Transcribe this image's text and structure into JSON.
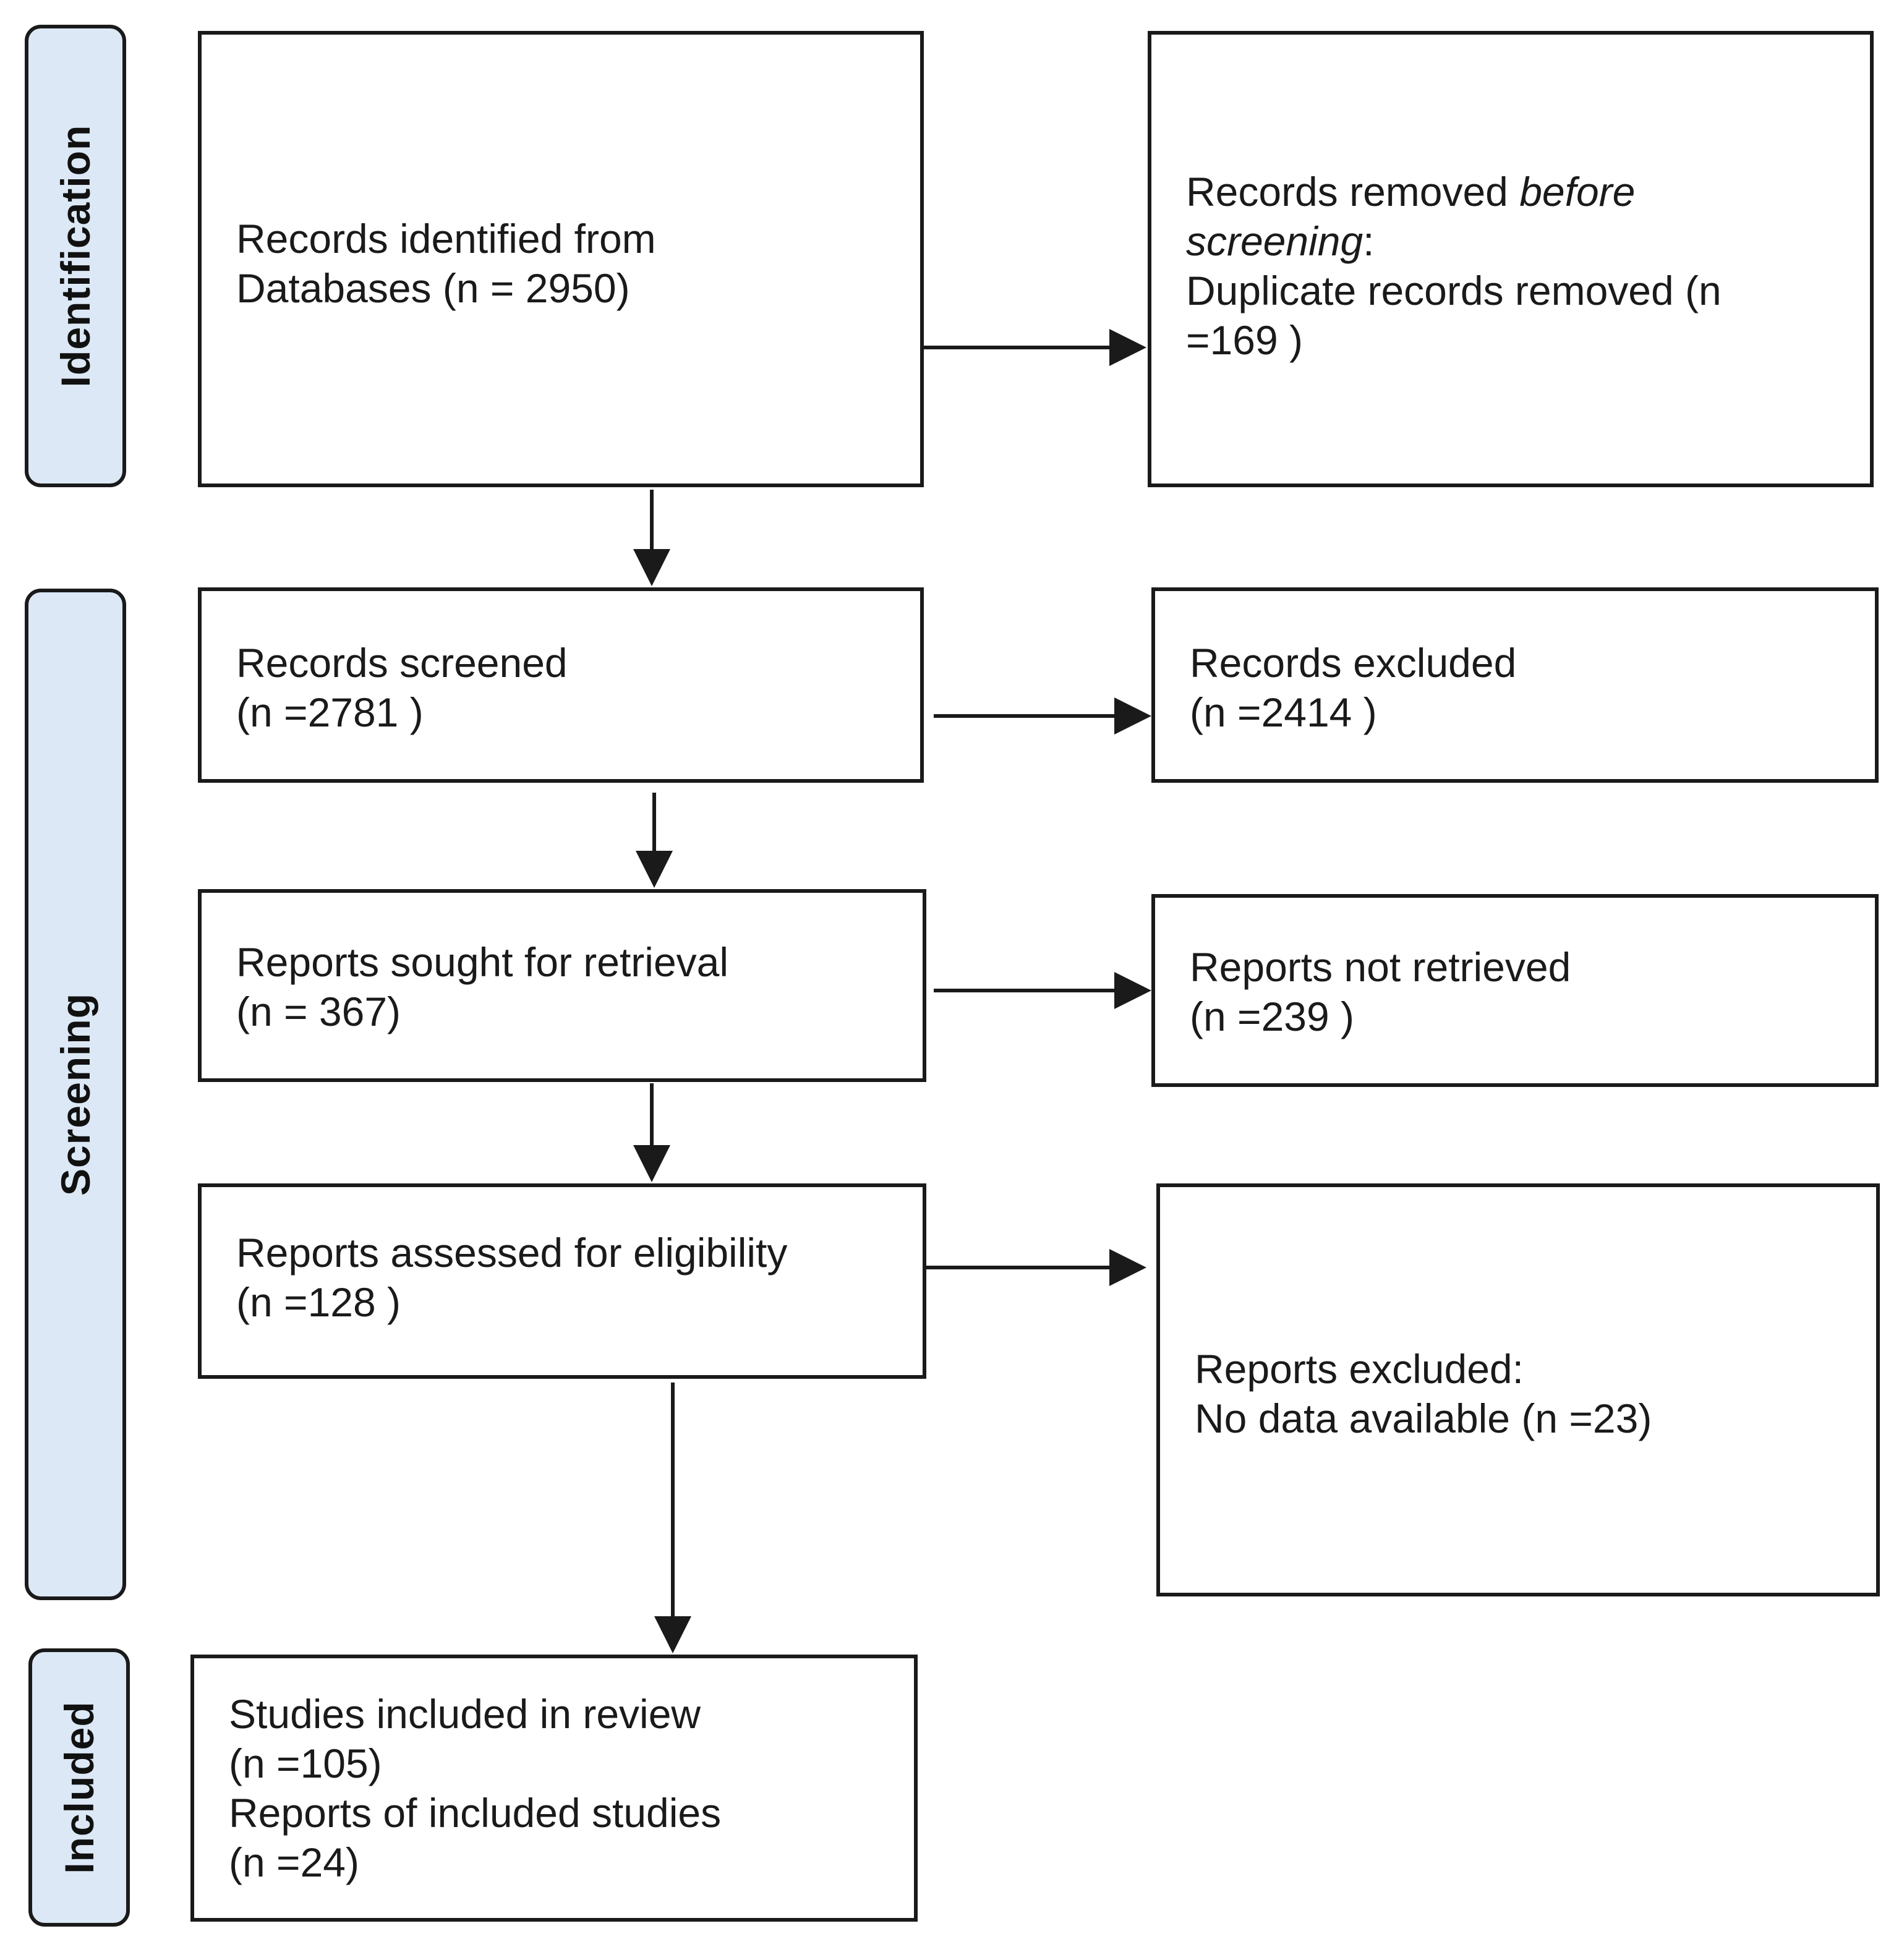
{
  "stages": {
    "identification": "Identification",
    "screening": "Screening",
    "included": "Included"
  },
  "boxes": {
    "records_identified": {
      "line1": "Records identified from",
      "line2": "Databases (n = 2950)"
    },
    "records_removed": {
      "line1_regular": "Records removed ",
      "line1_italic": "before",
      "line2_italic": "screening",
      "line2_regular": ":",
      "line3": "Duplicate records removed  (n",
      "line4": "=169 )"
    },
    "records_screened": {
      "line1": "Records screened",
      "line2": "(n =2781 )"
    },
    "records_excluded": {
      "line1": "Records excluded",
      "line2": "(n =2414 )"
    },
    "reports_sought": {
      "line1": "Reports sought for retrieval",
      "line2": "(n = 367)"
    },
    "reports_not_retrieved": {
      "line1": "Reports not retrieved",
      "line2": "(n =239 )"
    },
    "reports_assessed": {
      "line1": "Reports assessed for eligibility",
      "line2": "(n =128 )"
    },
    "reports_excluded": {
      "line1": "Reports excluded:",
      "line2": "No data available (n =23)"
    },
    "studies_included": {
      "line1": "Studies included in  review",
      "line2": "(n =105)",
      "line3": "Reports of included studies",
      "line4": "(n =24)"
    }
  }
}
